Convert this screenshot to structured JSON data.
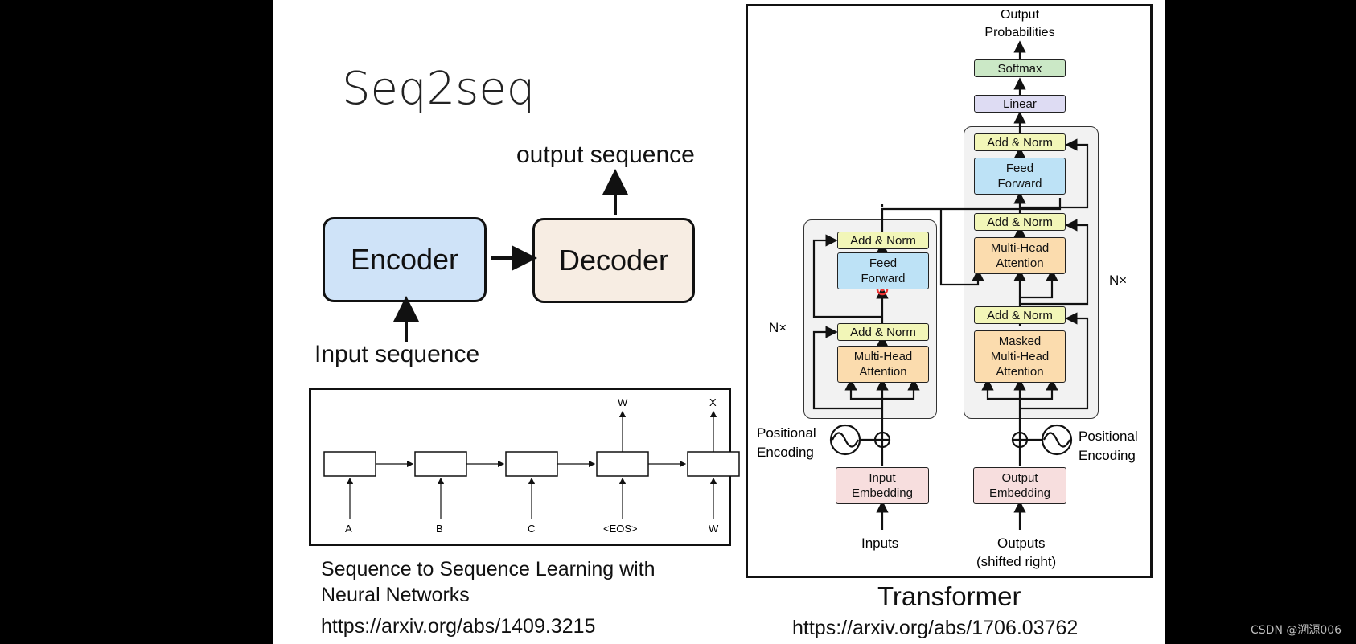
{
  "slide": {
    "title": "Seq2seq",
    "output_label": "output sequence",
    "input_label": "Input sequence",
    "encoder": "Encoder",
    "decoder": "Decoder"
  },
  "rnn": {
    "inputs": [
      "A",
      "B",
      "C",
      "<EOS>",
      "W"
    ],
    "outputs": [
      "W",
      "X"
    ]
  },
  "seq_caption": {
    "line1": "Sequence to Sequence Learning with",
    "line2": "Neural Networks",
    "url": "https://arxiv.org/abs/1409.3215"
  },
  "transformer": {
    "output_probs_1": "Output",
    "output_probs_2": "Probabilities",
    "softmax": "Softmax",
    "linear": "Linear",
    "add_norm": "Add & Norm",
    "feed_1": "Feed",
    "feed_2": "Forward",
    "mha_1": "Multi-Head",
    "mha_2": "Attention",
    "masked": "Masked",
    "nx": "N×",
    "pos_1": "Positional",
    "pos_2": "Encoding",
    "in_emb_1": "Input",
    "emb_2": "Embedding",
    "out_emb_1": "Output",
    "inputs": "Inputs",
    "outputs_1": "Outputs",
    "outputs_2": "(shifted right)",
    "caption": "Transformer",
    "url": "https://arxiv.org/abs/1706.03762"
  },
  "watermark": "CSDN @溯源006"
}
